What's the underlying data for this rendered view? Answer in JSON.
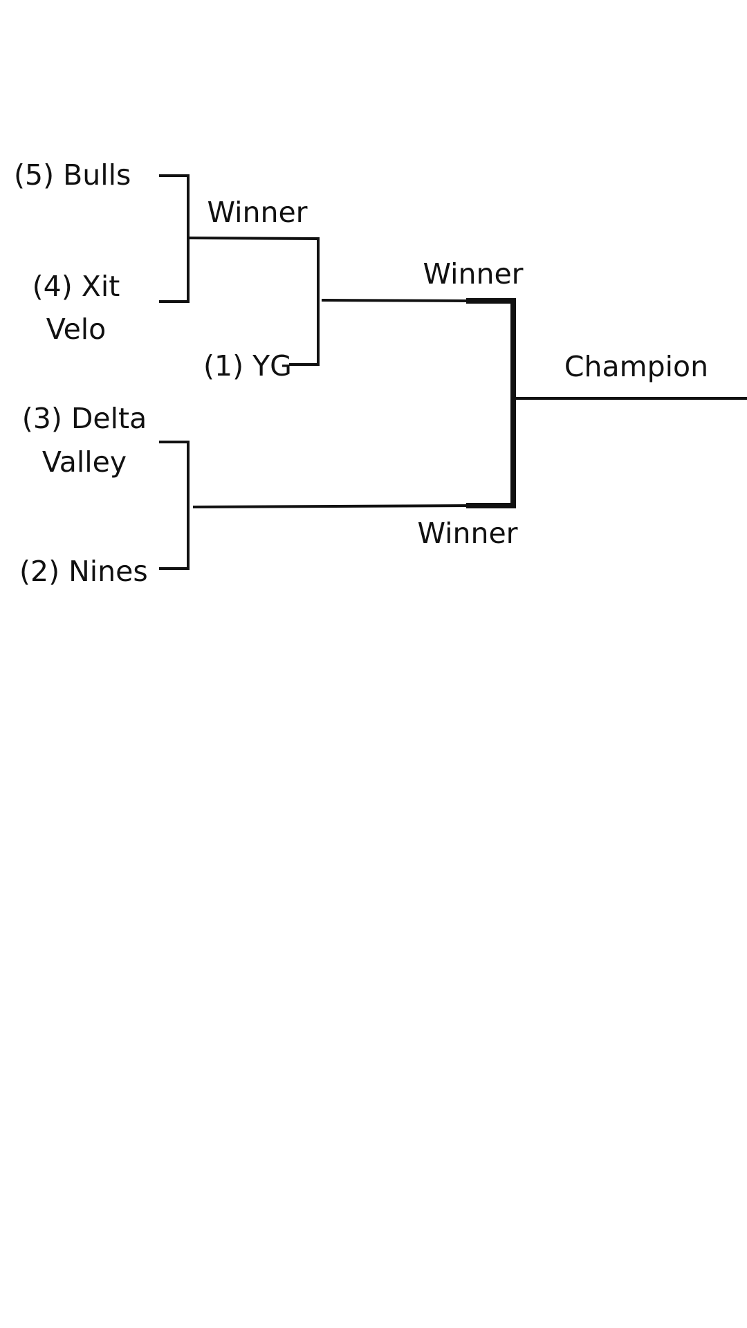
{
  "bracket": {
    "teams": {
      "bulls": "(5) Bulls",
      "xit_velo_line1": "(4) Xit",
      "xit_velo_line2": "Velo",
      "yg": "(1) YG",
      "delta_valley_line1": "(3) Delta",
      "delta_valley_line2": "Valley",
      "nines": "(2) Nines"
    },
    "round1_winner_label": "Winner",
    "semifinal_top_winner_label": "Winner",
    "semifinal_bottom_winner_label": "Winner",
    "champion_label": "Champion"
  },
  "colors": {
    "line": "#111111",
    "background": "#ffffff"
  }
}
